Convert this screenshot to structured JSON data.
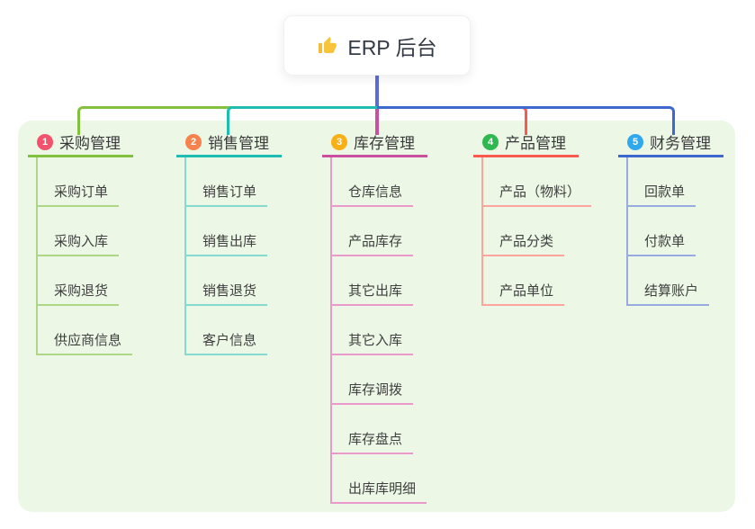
{
  "root": {
    "title": "ERP 后台",
    "icon": "thumbs-up-icon"
  },
  "colors": {
    "panel_background": "#ecf7e6",
    "root_connector": "#5c6bd8",
    "branch_colors": [
      "#82c13d",
      "#1ebdb2",
      "#c94f9f",
      "#f85a50",
      "#3f68ce"
    ],
    "branch_light_colors": [
      "#aed687",
      "#84d9d0",
      "#e99aca",
      "#fba59d",
      "#97abe0"
    ],
    "badge_colors": [
      "#f4516c",
      "#f8824d",
      "#f9b016",
      "#2eb84f",
      "#2fa8ee"
    ]
  },
  "branches": [
    {
      "badge": "1",
      "label": "采购管理",
      "children": [
        "采购订单",
        "采购入库",
        "采购退货",
        "供应商信息"
      ]
    },
    {
      "badge": "2",
      "label": "销售管理",
      "children": [
        "销售订单",
        "销售出库",
        "销售退货",
        "客户信息"
      ]
    },
    {
      "badge": "3",
      "label": "库存管理",
      "children": [
        "仓库信息",
        "产品库存",
        "其它出库",
        "其它入库",
        "库存调拨",
        "库存盘点",
        "出库库明细"
      ]
    },
    {
      "badge": "4",
      "label": "产品管理",
      "children": [
        "产品（物料）",
        "产品分类",
        "产品单位"
      ]
    },
    {
      "badge": "5",
      "label": "财务管理",
      "children": [
        "回款单",
        "付款单",
        "结算账户"
      ]
    }
  ]
}
